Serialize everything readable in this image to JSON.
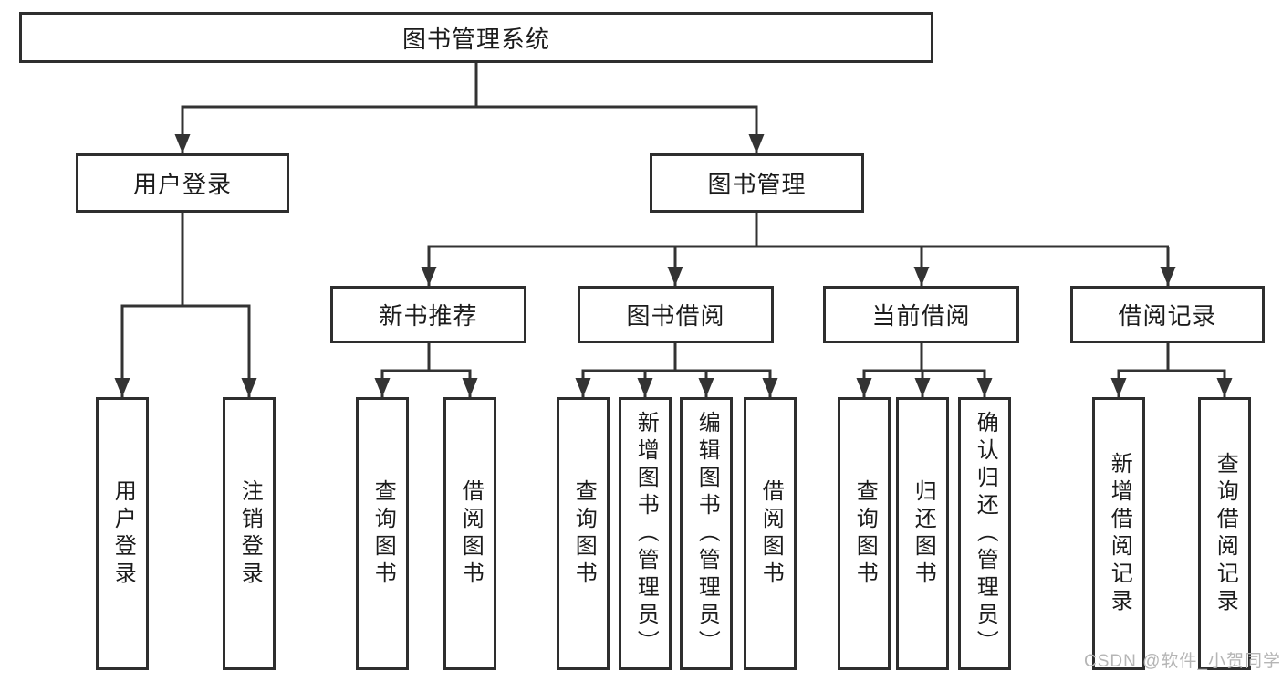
{
  "diagram_title": "图书管理系统",
  "tree": {
    "root": {
      "label": "图书管理系统"
    },
    "branches": [
      {
        "label": "用户登录",
        "children": [
          {
            "label": "用户登录"
          },
          {
            "label": "注销登录"
          }
        ]
      },
      {
        "label": "图书管理",
        "children": [
          {
            "label": "新书推荐",
            "children": [
              {
                "label": "查询图书"
              },
              {
                "label": "借阅图书"
              }
            ]
          },
          {
            "label": "图书借阅",
            "children": [
              {
                "label": "查询图书"
              },
              {
                "label": "新增图书（管理员）"
              },
              {
                "label": "编辑图书（管理员）"
              },
              {
                "label": "借阅图书"
              }
            ]
          },
          {
            "label": "当前借阅",
            "children": [
              {
                "label": "查询图书"
              },
              {
                "label": "归还图书"
              },
              {
                "label": "确认归还（管理员）"
              }
            ]
          },
          {
            "label": "借阅记录",
            "children": [
              {
                "label": "新增借阅记录"
              },
              {
                "label": "查询借阅记录"
              }
            ]
          }
        ]
      }
    ]
  },
  "watermark": "CSDN @软件_小贺同学",
  "colors": {
    "line": "#333333",
    "box_border": "#2e2e2e",
    "text": "#1b1b1b",
    "watermark": "#b5b5b5",
    "background": "#ffffff"
  }
}
